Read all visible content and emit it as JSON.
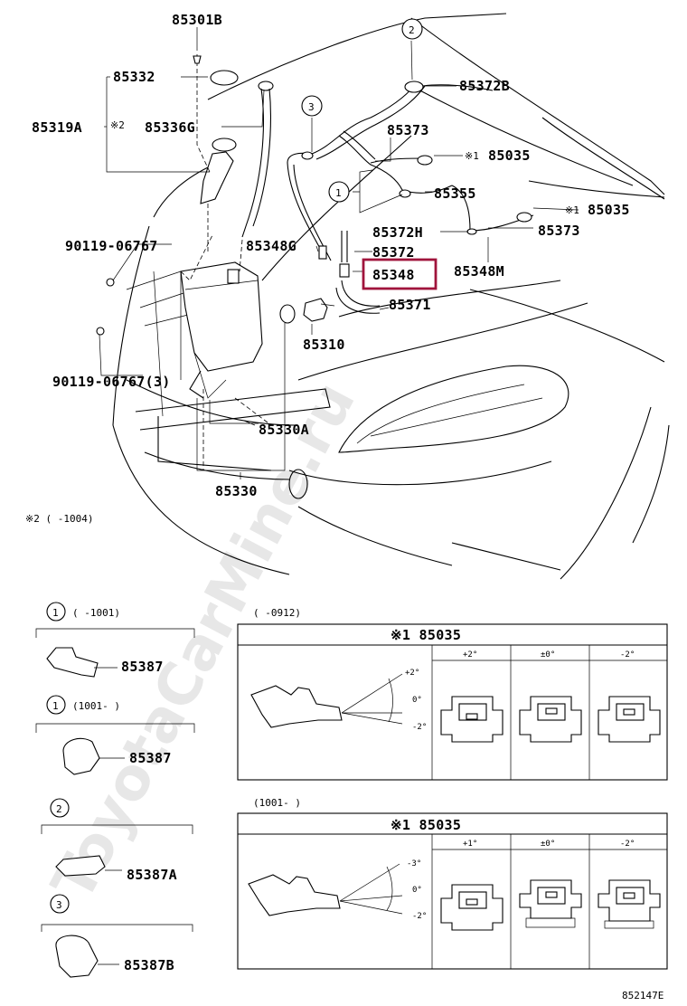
{
  "diagram": {
    "callouts": {
      "p85301B": "85301B",
      "p85332": "85332",
      "p85319A": "85319A",
      "p85336G": "85336G",
      "p85336G_mark": "※2",
      "p85372B": "85372B",
      "p85373_top": "85373",
      "p85035_a": "85035",
      "p85035_a_mark": "※1",
      "p85355": "85355",
      "p85035_b": "85035",
      "p85035_b_mark": "※1",
      "p85372H": "85372H",
      "p85373_right": "85373",
      "p85348G": "85348G",
      "p85372": "85372",
      "p85348": "85348",
      "p85348M": "85348M",
      "p85371": "85371",
      "p85310": "85310",
      "p90119_a": "90119-06767",
      "p90119_b": "90119-06767(3)",
      "p85330A": "85330A",
      "p85330": "85330"
    },
    "circled": {
      "c1": "1",
      "c2": "2",
      "c3": "3"
    },
    "note": "※2 (    -1004)",
    "highlighted_part": "85348",
    "highlight_color": "#a0143c"
  },
  "variants": [
    {
      "circle": "1",
      "range": "(    -1001)",
      "part": "85387"
    },
    {
      "circle": "1",
      "range": "(1001-    )",
      "part": "85387"
    },
    {
      "circle": "2",
      "range": "",
      "part": "85387A"
    },
    {
      "circle": "3",
      "range": "",
      "part": "85387B"
    }
  ],
  "tables": [
    {
      "range": "(    -0912)",
      "title": "※1 85035",
      "columns": [
        "+2°",
        "±0°",
        "-2°"
      ],
      "angles": [
        "+2°",
        "0°",
        "-2°"
      ]
    },
    {
      "range": "(1001-    )",
      "title": "※1 85035",
      "columns": [
        "+1°",
        "±0°",
        "-2°"
      ],
      "angles": [
        "-3°",
        "0°",
        "-2°"
      ]
    }
  ],
  "figure_code": "852147E",
  "watermark": "ToyotaCarMine.ru"
}
